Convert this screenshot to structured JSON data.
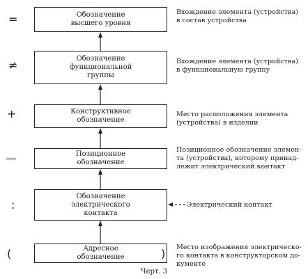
{
  "diagram": {
    "boxes": [
      {
        "symbol": "=",
        "label": "Обозначение\nвысшего уровня",
        "description": "Вхождение элемента  (устройства)\nв состав устройства"
      },
      {
        "symbol": "≠",
        "label": "Обозначение\nфункциональной\nгруппы",
        "description": "Вхождение элемента (устройства)\nв функциональную группу"
      },
      {
        "symbol": "+",
        "label": "Конструктивное\nобозначение",
        "description": "Место  расположения  элемента\n(устройства) в изделии"
      },
      {
        "symbol": "—",
        "label": "Позиционное\nобозначение",
        "description": "Позиционное обозначение элемен-\nта (устройства), которому принад-\nлежит электрический контакт"
      },
      {
        "symbol": ":",
        "label": "Обозначение\nэлектрического\nконтакта",
        "description": "Электрический  контакт"
      },
      {
        "symbol": "(",
        "symbol_right": ")",
        "label": "Адресное\nобозначение",
        "description": "Место изображения электрическо-\nго контакта в конструкторском до-\nкументе"
      }
    ],
    "caption": "Черт. 3"
  }
}
